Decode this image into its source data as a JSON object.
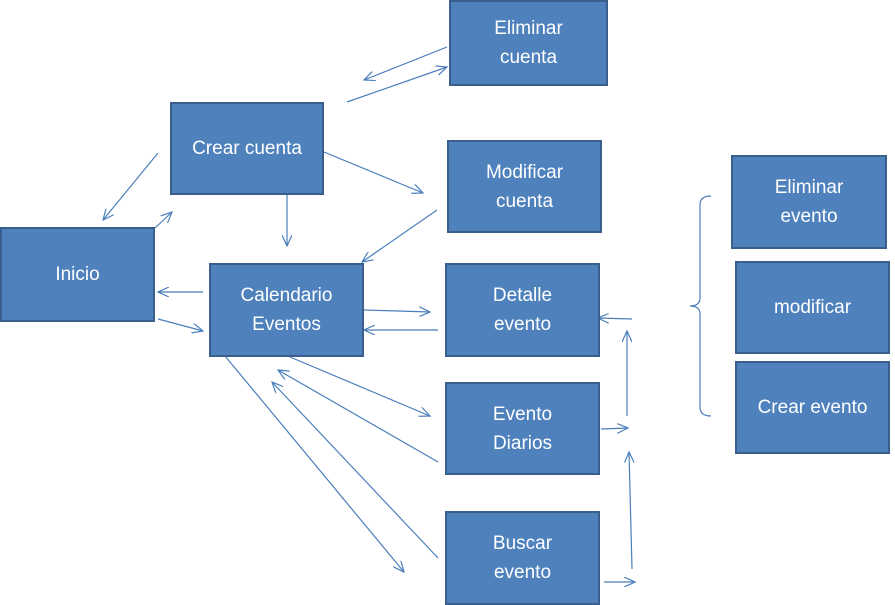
{
  "diagram": {
    "nodes": [
      {
        "id": "inicio",
        "label": "Inicio"
      },
      {
        "id": "crear_cuenta",
        "label": "Crear cuenta"
      },
      {
        "id": "eliminar_cuenta",
        "label": "Eliminar\ncuenta"
      },
      {
        "id": "modificar_cuenta",
        "label": "Modificar\ncuenta"
      },
      {
        "id": "calendario_eventos",
        "label": "Calendario\nEventos"
      },
      {
        "id": "detalle_evento",
        "label": "Detalle\nevento"
      },
      {
        "id": "evento_diarios",
        "label": "Evento\nDiarios"
      },
      {
        "id": "buscar_evento",
        "label": "Buscar\nevento"
      },
      {
        "id": "eliminar_evento",
        "label": "Eliminar\nevento"
      },
      {
        "id": "modificar",
        "label": "modificar"
      },
      {
        "id": "crear_evento",
        "label": "Crear evento"
      }
    ],
    "colors": {
      "box_fill": "#4f81bd",
      "box_border": "#3a5f8c",
      "box_text": "#ffffff",
      "arrow": "#4a7ebb"
    }
  }
}
